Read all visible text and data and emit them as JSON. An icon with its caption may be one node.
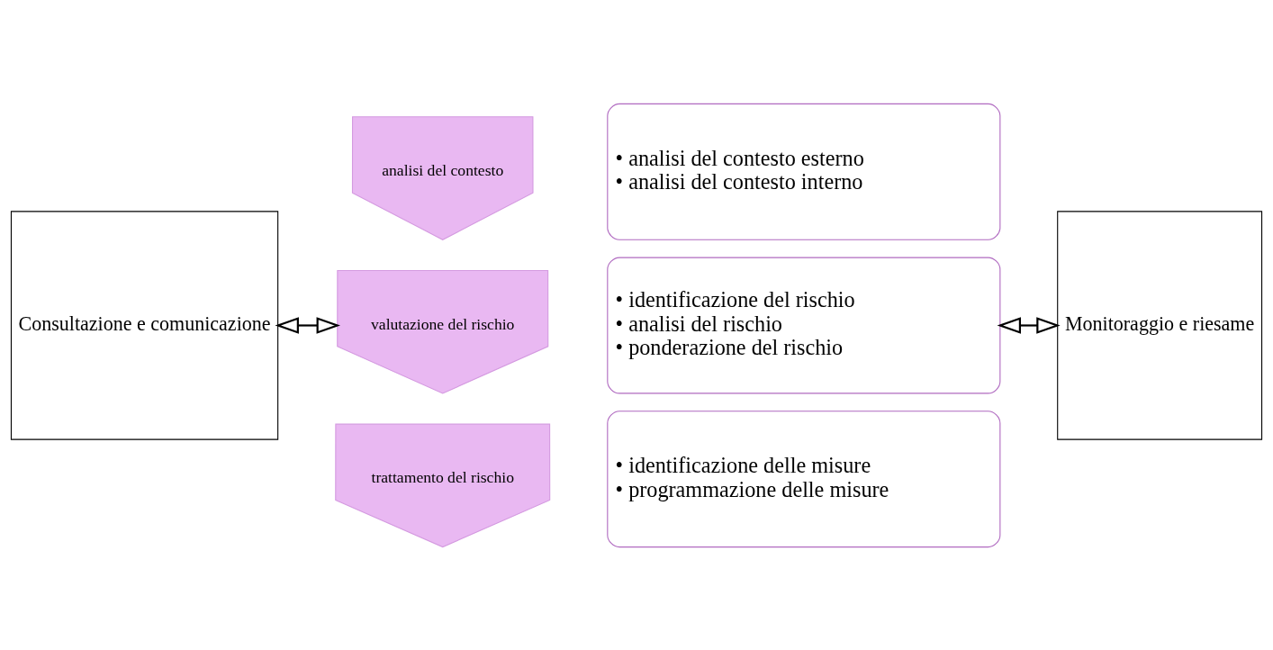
{
  "diagram": {
    "nodes": [
      {
        "text": [
          "Consultazione e comunicazione"
        ]
      },
      {
        "text": [
          "analisi del contesto"
        ]
      },
      {
        "text": [
          "• analisi del contesto esterno",
          "• analisi del contesto interno"
        ]
      },
      {
        "text": [
          "valutazione del rischio"
        ]
      },
      {
        "text": [
          "• identificazione del rischio",
          "• analisi del rischio",
          "• ponderazione del rischio"
        ]
      },
      {
        "text": [
          "trattamento del rischio"
        ]
      },
      {
        "text": [
          "• identificazione delle misure",
          "• programmazione delle misure"
        ]
      },
      {
        "text": [
          "Monitoraggio e riesame"
        ]
      }
    ],
    "edges": [
      {
        "from": 0,
        "to": 3,
        "arrow": "both"
      },
      {
        "from": 4,
        "to": 7,
        "arrow": "both"
      }
    ]
  }
}
